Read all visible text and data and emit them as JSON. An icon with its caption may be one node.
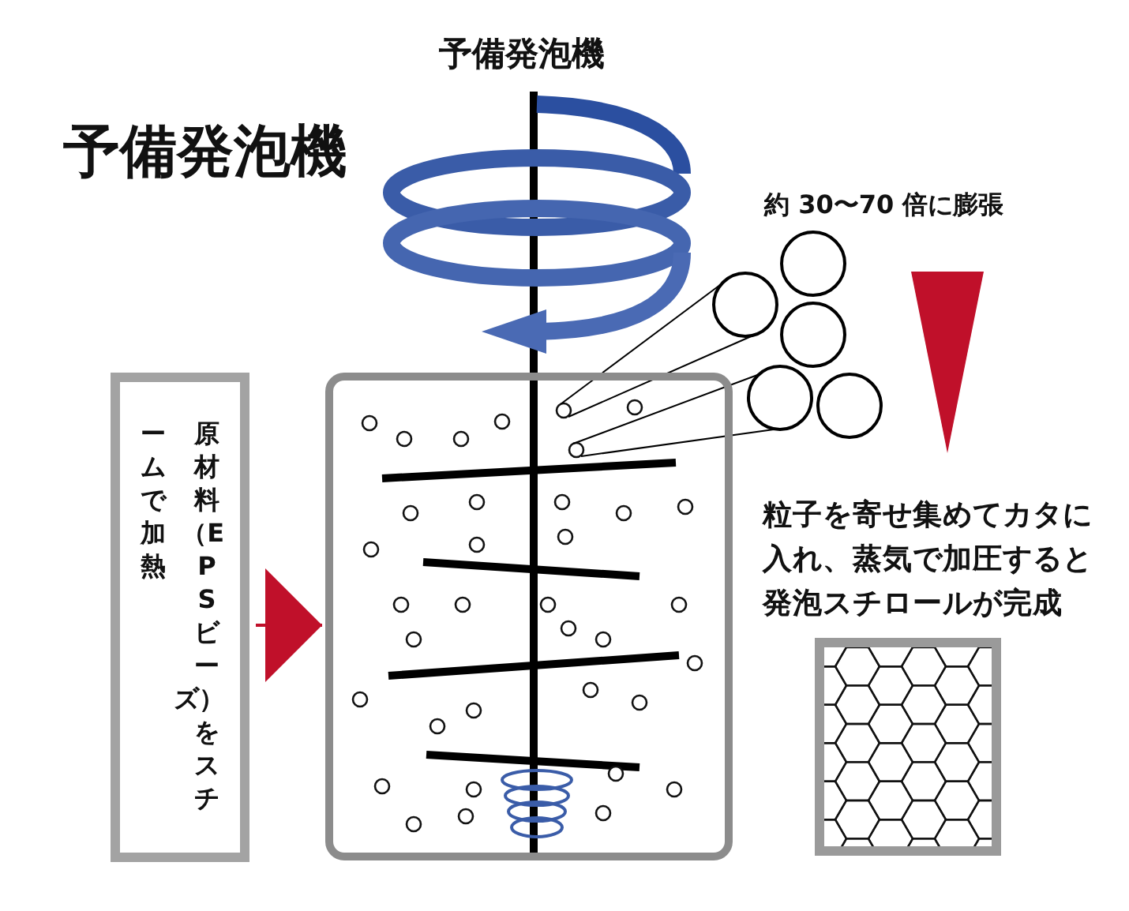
{
  "diagram": {
    "title": "予備発泡機",
    "nodes": [
      {
        "text": [
          "原材料（EPSビーズ）をスチームで加熱"
        ]
      },
      {
        "text": [],
        "shape": "box"
      },
      {
        "text": [],
        "shape": "box"
      }
    ],
    "edges": [
      {
        "from": 0,
        "to": 1,
        "arrow": "to"
      }
    ],
    "labels": [
      "予備発泡機",
      "約 30〜70 倍に膨張",
      "粒子を寄せ集めてカタに入れ、蒸気で加圧すると発泡スチロールが完成"
    ]
  }
}
